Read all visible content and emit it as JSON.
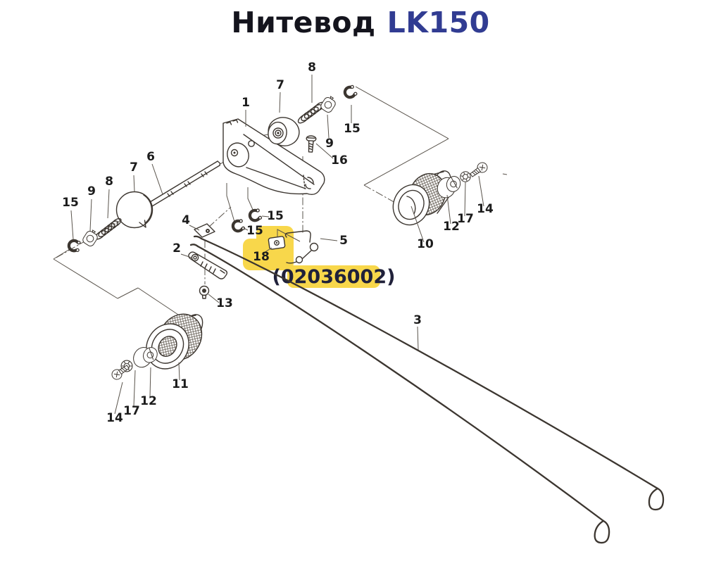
{
  "title": {
    "part_name": "Нитевод",
    "model": "LK150"
  },
  "highlight": {
    "part_ref": "18",
    "part_number": "(02036002)"
  },
  "colors": {
    "background": "#ffffff",
    "line": "#3c3630",
    "label_text": "#1c1c1c",
    "title_text": "#14141d",
    "model_text": "#313c92",
    "highlight": "#f8d74b",
    "highlight_text": "#20213a"
  },
  "diagram": {
    "type": "exploded-parts-diagram",
    "labels": [
      {
        "text": "1"
      },
      {
        "text": "7"
      },
      {
        "text": "8"
      },
      {
        "text": "9"
      },
      {
        "text": "15"
      },
      {
        "text": "16"
      },
      {
        "text": "6"
      },
      {
        "text": "7"
      },
      {
        "text": "8"
      },
      {
        "text": "9"
      },
      {
        "text": "15"
      },
      {
        "text": "4"
      },
      {
        "text": "2"
      },
      {
        "text": "13"
      },
      {
        "text": "15"
      },
      {
        "text": "15"
      },
      {
        "text": "18"
      },
      {
        "text": "5"
      },
      {
        "text": "10"
      },
      {
        "text": "12"
      },
      {
        "text": "17"
      },
      {
        "text": "14"
      },
      {
        "text": "11"
      },
      {
        "text": "12"
      },
      {
        "text": "17"
      },
      {
        "text": "14"
      },
      {
        "text": "3"
      }
    ]
  }
}
